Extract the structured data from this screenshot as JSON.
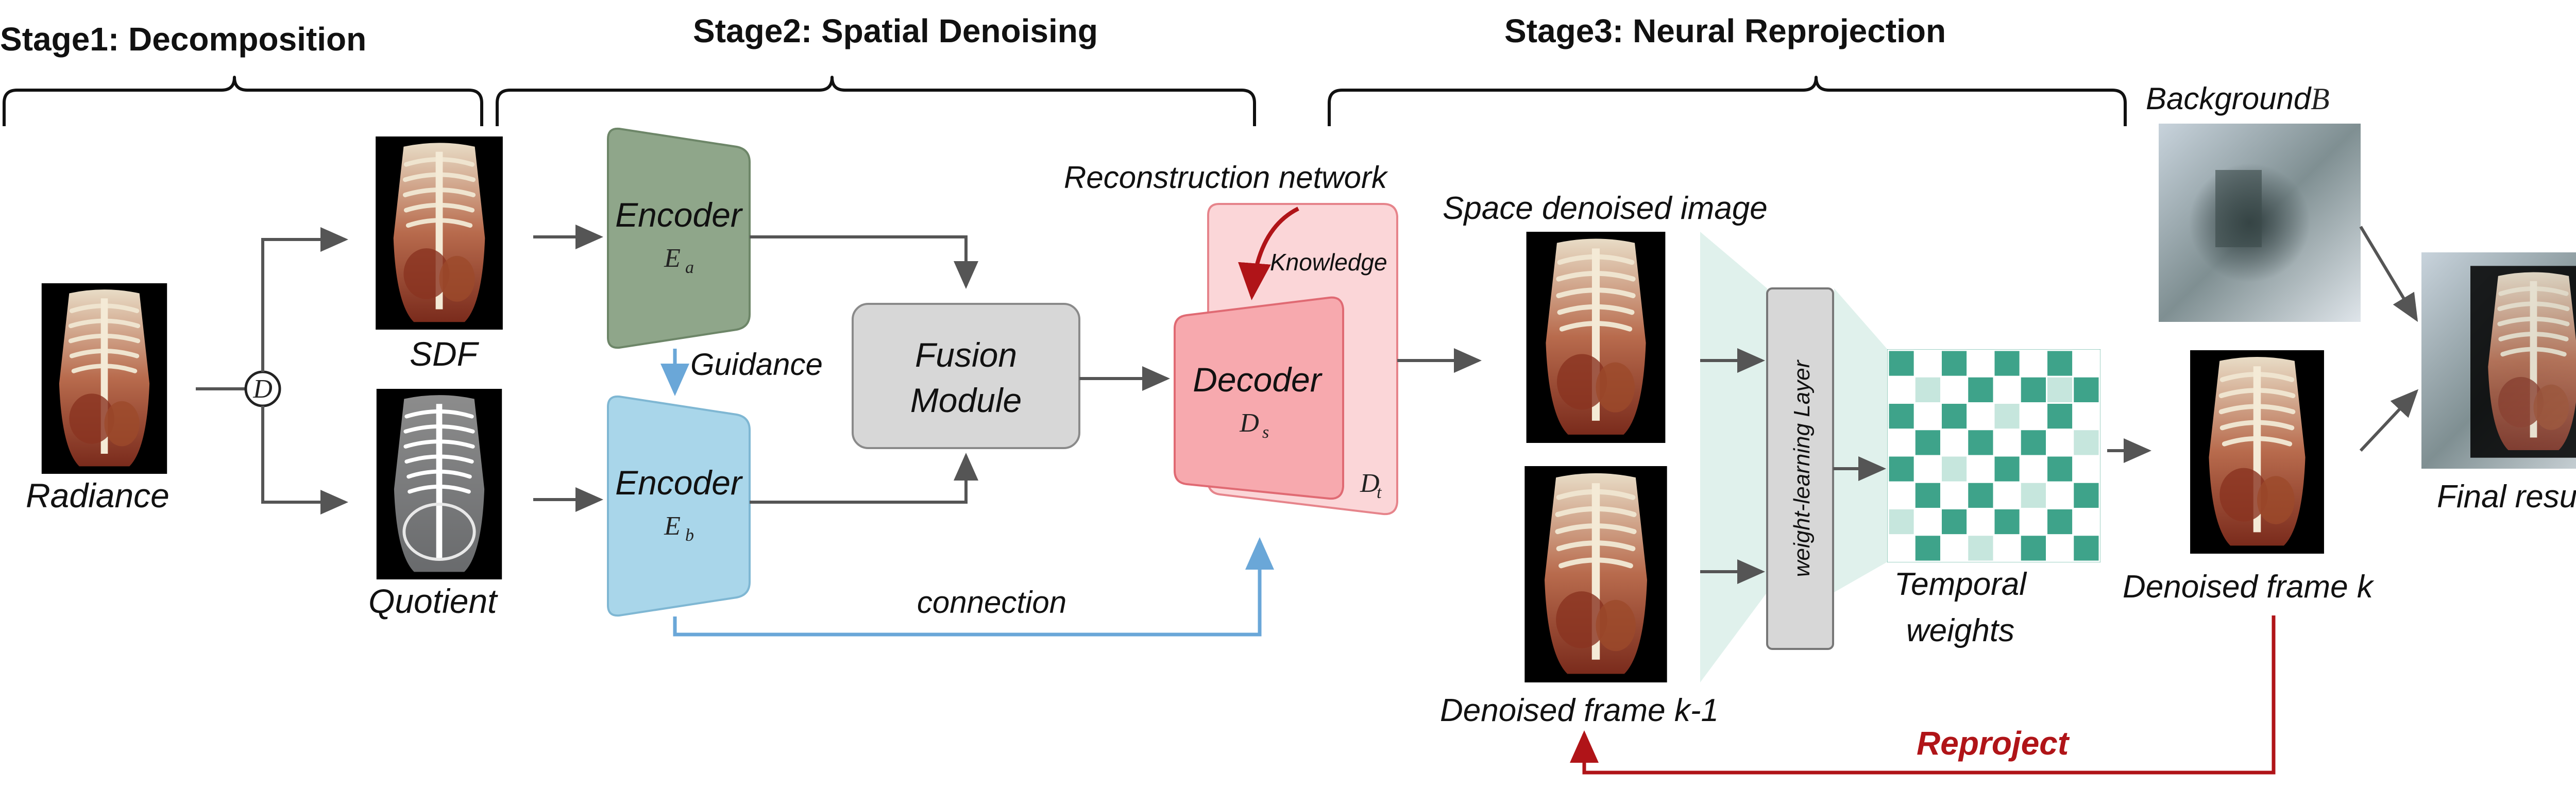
{
  "stages": {
    "stage1": "Stage1: Decomposition",
    "stage2": "Stage2: Spatial Denoising",
    "stage3": "Stage3: Neural Reprojection"
  },
  "decompose_symbol": "D",
  "inputs": {
    "radiance": "Radiance",
    "sdf": "SDF",
    "quotient": "Quotient"
  },
  "encoder_a": {
    "label": "Encoder",
    "symbol": "E",
    "subscript": "a"
  },
  "encoder_b": {
    "label": "Encoder",
    "symbol": "E",
    "subscript": "b"
  },
  "guidance": "Guidance",
  "fusion": {
    "line1": "Fusion",
    "line2": "Module"
  },
  "connection": "connection",
  "reconstruction_network": "Reconstruction network",
  "knowledge": "Knowledge",
  "decoder_s": {
    "label": "Decoder",
    "symbol": "D",
    "subscript": "s"
  },
  "decoder_t": {
    "symbol": "D",
    "subscript": "t"
  },
  "space_denoised": "Space denoised image",
  "prev_frame": "Denoised frame k-1",
  "weight_layer": "weight-learning Layer",
  "temporal_weights": {
    "line1": "Temporal",
    "line2": "weights"
  },
  "background": {
    "label": "Background",
    "symbol": "B"
  },
  "denoised_frame_k": "Denoised frame k",
  "final_result": "Final result",
  "reproject": "Reproject",
  "colors": {
    "encoder_a": "#8fa68a",
    "encoder_b": "#a9d6ea",
    "fusion": "#d7d7d7",
    "decoder": "#f7a9ae",
    "decoder_back": "#fbd6d8",
    "teal": "#3ea38a",
    "teal_light": "#c6e6dd",
    "red": "#b01418",
    "blue_arrow": "#6aa7d8"
  },
  "grid_pattern": [
    [
      1,
      0,
      1,
      0,
      1,
      0,
      1,
      0
    ],
    [
      0,
      2,
      0,
      1,
      0,
      1,
      2,
      1
    ],
    [
      1,
      0,
      1,
      0,
      2,
      0,
      1,
      0
    ],
    [
      0,
      1,
      0,
      1,
      0,
      1,
      0,
      2
    ],
    [
      1,
      0,
      2,
      0,
      1,
      0,
      1,
      0
    ],
    [
      0,
      1,
      0,
      1,
      0,
      2,
      0,
      1
    ],
    [
      2,
      0,
      1,
      0,
      1,
      0,
      1,
      0
    ],
    [
      0,
      1,
      0,
      2,
      0,
      1,
      0,
      1
    ]
  ]
}
